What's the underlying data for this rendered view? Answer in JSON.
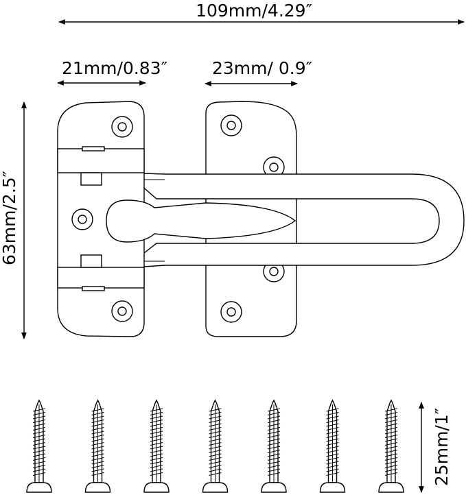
{
  "dimensions": {
    "overall_width": "109mm/4.29″",
    "left_plate_width": "21mm/0.83″",
    "right_plate_width": "23mm/ 0.9″",
    "height": "63mm/2.5″",
    "screw_length": "25mm/1″"
  },
  "screws": {
    "count": 7
  }
}
